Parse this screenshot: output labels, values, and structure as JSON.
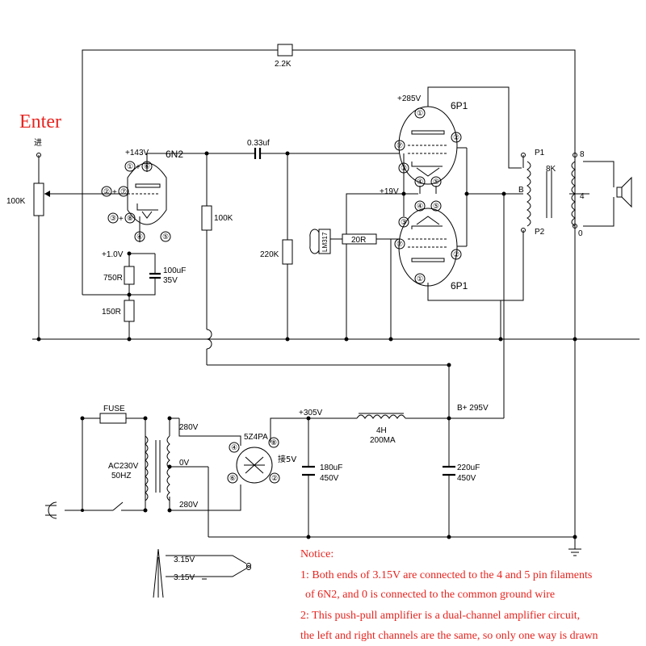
{
  "title_enter": "Enter",
  "input_label_cn": "进",
  "labels": {
    "r_feedback": "2.2K",
    "tube_6n2": "6N2",
    "b_143v": "+143V",
    "pin_1_6": "+",
    "pot_100k": "100K",
    "pin_2_7": "+",
    "pin_3_8": "+",
    "b_1v": "+1.0V",
    "r_750": "750R",
    "r_150": "150R",
    "cap_100uf": "100uF",
    "cap_35v": "35V",
    "r_100k_plate": "100K",
    "cap_033": "0.33uf",
    "r_220k": "220K",
    "b_285v": "+285V",
    "tube_6p1_top": "6P1",
    "tube_6p1_bot": "6P1",
    "b_19v": "+19V",
    "reg_lm317": "LM317",
    "r_20r": "20R",
    "ot_p1": "P1",
    "ot_8k": "8K",
    "ot_b": "B",
    "ot_p2": "P2",
    "ot_8": "8",
    "ot_4": "4",
    "ot_0": "0",
    "fuse": "FUSE",
    "ac_in": "AC230V",
    "ac_hz": "50HZ",
    "pt_280_top": "280V",
    "pt_0v": "0V",
    "pt_280_bot": "280V",
    "rect_5z4pa": "5Z4PA",
    "rect_heater": "接5V",
    "b_305v": "+305V",
    "choke_4h": "4H",
    "choke_200ma": "200MA",
    "cap_180uf": "180uF",
    "cap_450v_a": "450V",
    "b_295v": "B+ 295V",
    "cap_220uf": "220uF",
    "cap_450v_b": "450V",
    "fil_315_a": "3.15V",
    "fil_315_b": "3.15V"
  },
  "pins": [
    "①",
    "②",
    "③",
    "④",
    "⑤",
    "⑥",
    "⑦",
    "⑧"
  ],
  "notice": {
    "title": "Notice:",
    "line1": "1: Both ends of 3.15V are connected to the 4 and 5 pin filaments",
    "line2": "of 6N2, and 0 is connected to the common ground wire",
    "line3": "2: This push-pull amplifier is a dual-channel amplifier circuit,",
    "line4": "the left and right channels are the same, so only one way is drawn"
  }
}
